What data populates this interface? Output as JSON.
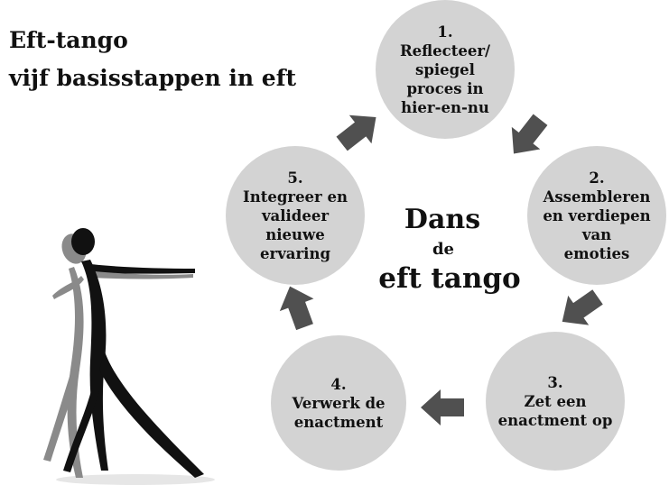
{
  "title": {
    "line1": "Eft-tango",
    "line2": "vijf basisstappen in eft"
  },
  "center": {
    "line1": "Dans",
    "line2": "de",
    "line3": "eft tango"
  },
  "steps": [
    {
      "num": "1.",
      "lines": [
        "Reflecteer/",
        "spiegel",
        "proces in",
        "hier-en-nu"
      ]
    },
    {
      "num": "2.",
      "lines": [
        "Assembleren",
        "en verdiepen",
        "van",
        "emoties"
      ]
    },
    {
      "num": "3.",
      "lines": [
        "Zet een",
        "enactment op"
      ]
    },
    {
      "num": "4.",
      "lines": [
        "Verwerk de",
        "enactment"
      ]
    },
    {
      "num": "5.",
      "lines": [
        "Integreer en",
        "valideer",
        "nieuwe",
        "ervaring"
      ]
    }
  ],
  "colors": {
    "circle_fill": "#d3d3d3",
    "arrow_fill": "#505050",
    "text": "#111111"
  },
  "icons": {
    "dancer": "tango-dancers-silhouette",
    "arrow": "cycle-arrow-icon"
  }
}
